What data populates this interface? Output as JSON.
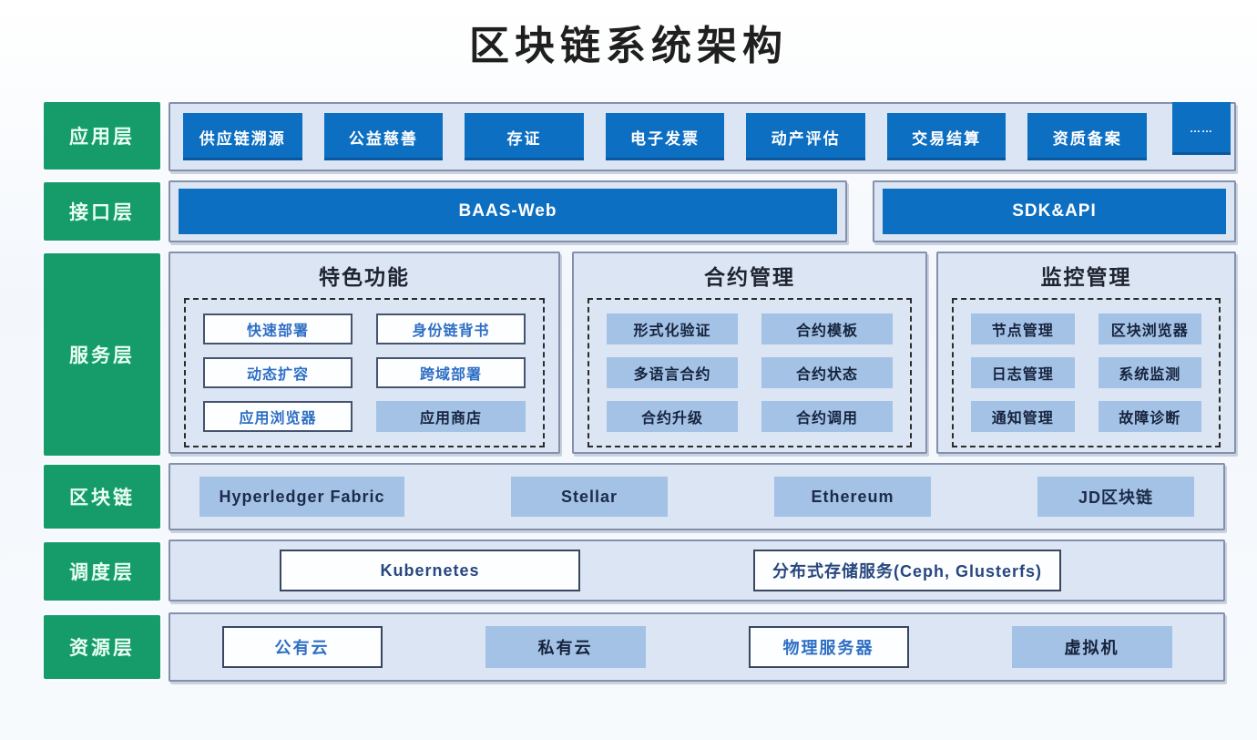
{
  "title": "区块链系统架构",
  "colors": {
    "layer_green": "#169c6b",
    "primary_blue": "#0d6fc2",
    "panel_bg": "#dbe5f3",
    "chip_fill_blue": "#a3c2e6"
  },
  "layers": {
    "application": {
      "label": "应用层",
      "items": [
        "供应链溯源",
        "公益慈善",
        "存证",
        "电子发票",
        "动产评估",
        "交易结算",
        "资质备案",
        "……"
      ]
    },
    "interface": {
      "label": "接口层",
      "items": [
        "BAAS-Web",
        "SDK&API"
      ]
    },
    "service": {
      "label": "服务层",
      "groups": [
        {
          "title": "特色功能",
          "items": [
            "快速部署",
            "身份链背书",
            "动态扩容",
            "跨域部署",
            "应用浏览器",
            "应用商店"
          ]
        },
        {
          "title": "合约管理",
          "items": [
            "形式化验证",
            "合约模板",
            "多语言合约",
            "合约状态",
            "合约升级",
            "合约调用"
          ]
        },
        {
          "title": "监控管理",
          "items": [
            "节点管理",
            "区块浏览器",
            "日志管理",
            "系统监测",
            "通知管理",
            "故障诊断"
          ]
        }
      ]
    },
    "blockchain": {
      "label": "区块链",
      "items": [
        "Hyperledger Fabric",
        "Stellar",
        "Ethereum",
        "JD区块链"
      ]
    },
    "scheduling": {
      "label": "调度层",
      "items": [
        "Kubernetes",
        "分布式存储服务(Ceph, Glusterfs)"
      ]
    },
    "resource": {
      "label": "资源层",
      "items": [
        "公有云",
        "私有云",
        "物理服务器",
        "虚拟机"
      ]
    }
  }
}
